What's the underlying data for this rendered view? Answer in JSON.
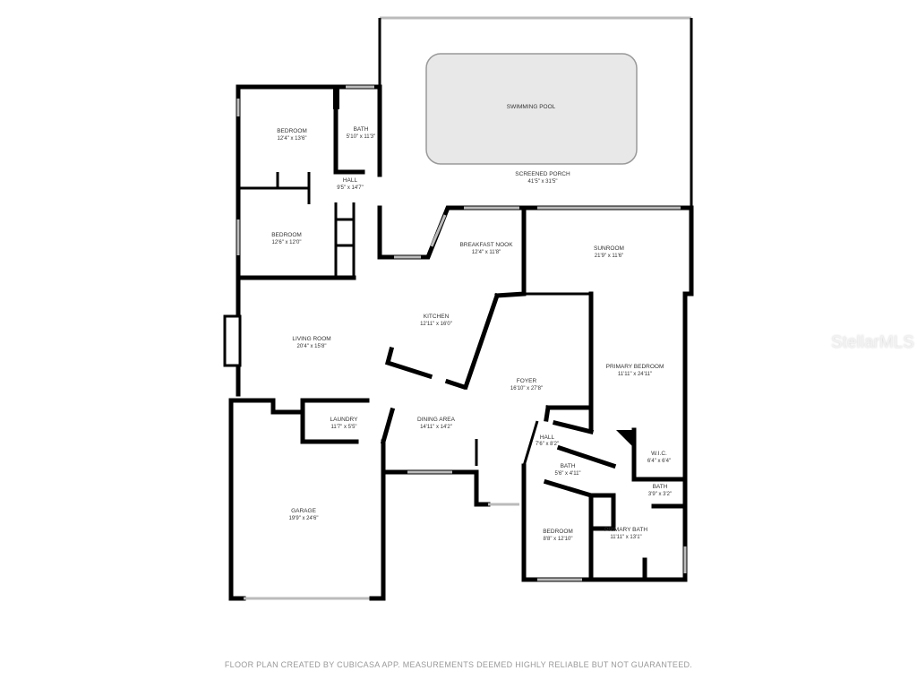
{
  "rooms": {
    "pool": {
      "name": "SWIMMING POOL"
    },
    "porch": {
      "name": "SCREENED PORCH",
      "dim": "41'5\" x 31'5\""
    },
    "bedroom1": {
      "name": "BEDROOM",
      "dim": "12'4\" x 13'6\""
    },
    "bath1": {
      "name": "BATH",
      "dim": "5'10\" x 11'3\""
    },
    "hall1": {
      "name": "HALL",
      "dim": "9'5\" x 14'7\""
    },
    "bedroom2": {
      "name": "BEDROOM",
      "dim": "12'6\" x 12'0\""
    },
    "nook": {
      "name": "BREAKFAST NOOK",
      "dim": "12'4\" x 11'8\""
    },
    "sunroom": {
      "name": "SUNROOM",
      "dim": "21'9\" x 11'6\""
    },
    "living": {
      "name": "LIVING ROOM",
      "dim": "20'4\" x 15'8\""
    },
    "kitchen": {
      "name": "KITCHEN",
      "dim": "12'11\" x 16'0\""
    },
    "foyer": {
      "name": "FOYER",
      "dim": "16'10\" x 27'8\""
    },
    "primary_bedroom": {
      "name": "PRIMARY BEDROOM",
      "dim": "11'11\" x 24'11\""
    },
    "laundry": {
      "name": "LAUNDRY",
      "dim": "11'7\" x 5'5\""
    },
    "dining": {
      "name": "DINING AREA",
      "dim": "14'11\" x 14'2\""
    },
    "hall2": {
      "name": "HALL",
      "dim": "7'6\" x 8'2\""
    },
    "wic": {
      "name": "W.I.C.",
      "dim": "6'4\" x 6'4\""
    },
    "bath2": {
      "name": "BATH",
      "dim": "5'6\" x 4'11\""
    },
    "bath3": {
      "name": "BATH",
      "dim": "3'9\" x 3'2\""
    },
    "garage": {
      "name": "GARAGE",
      "dim": "19'9\" x 24'6\""
    },
    "bedroom3": {
      "name": "BEDROOM",
      "dim": "8'8\" x 12'10\""
    },
    "primary_bath": {
      "name": "PRIMARY BATH",
      "dim": "11'11\" x 13'1\""
    }
  },
  "watermark": "StellarMLS",
  "footer": "FLOOR PLAN CREATED BY CUBICASA APP. MEASUREMENTS DEEMED HIGHLY RELIABLE BUT NOT GUARANTEED.",
  "colors": {
    "wall": "#000000",
    "pool": "#e8e8e8",
    "window": "#bbbbbb"
  }
}
